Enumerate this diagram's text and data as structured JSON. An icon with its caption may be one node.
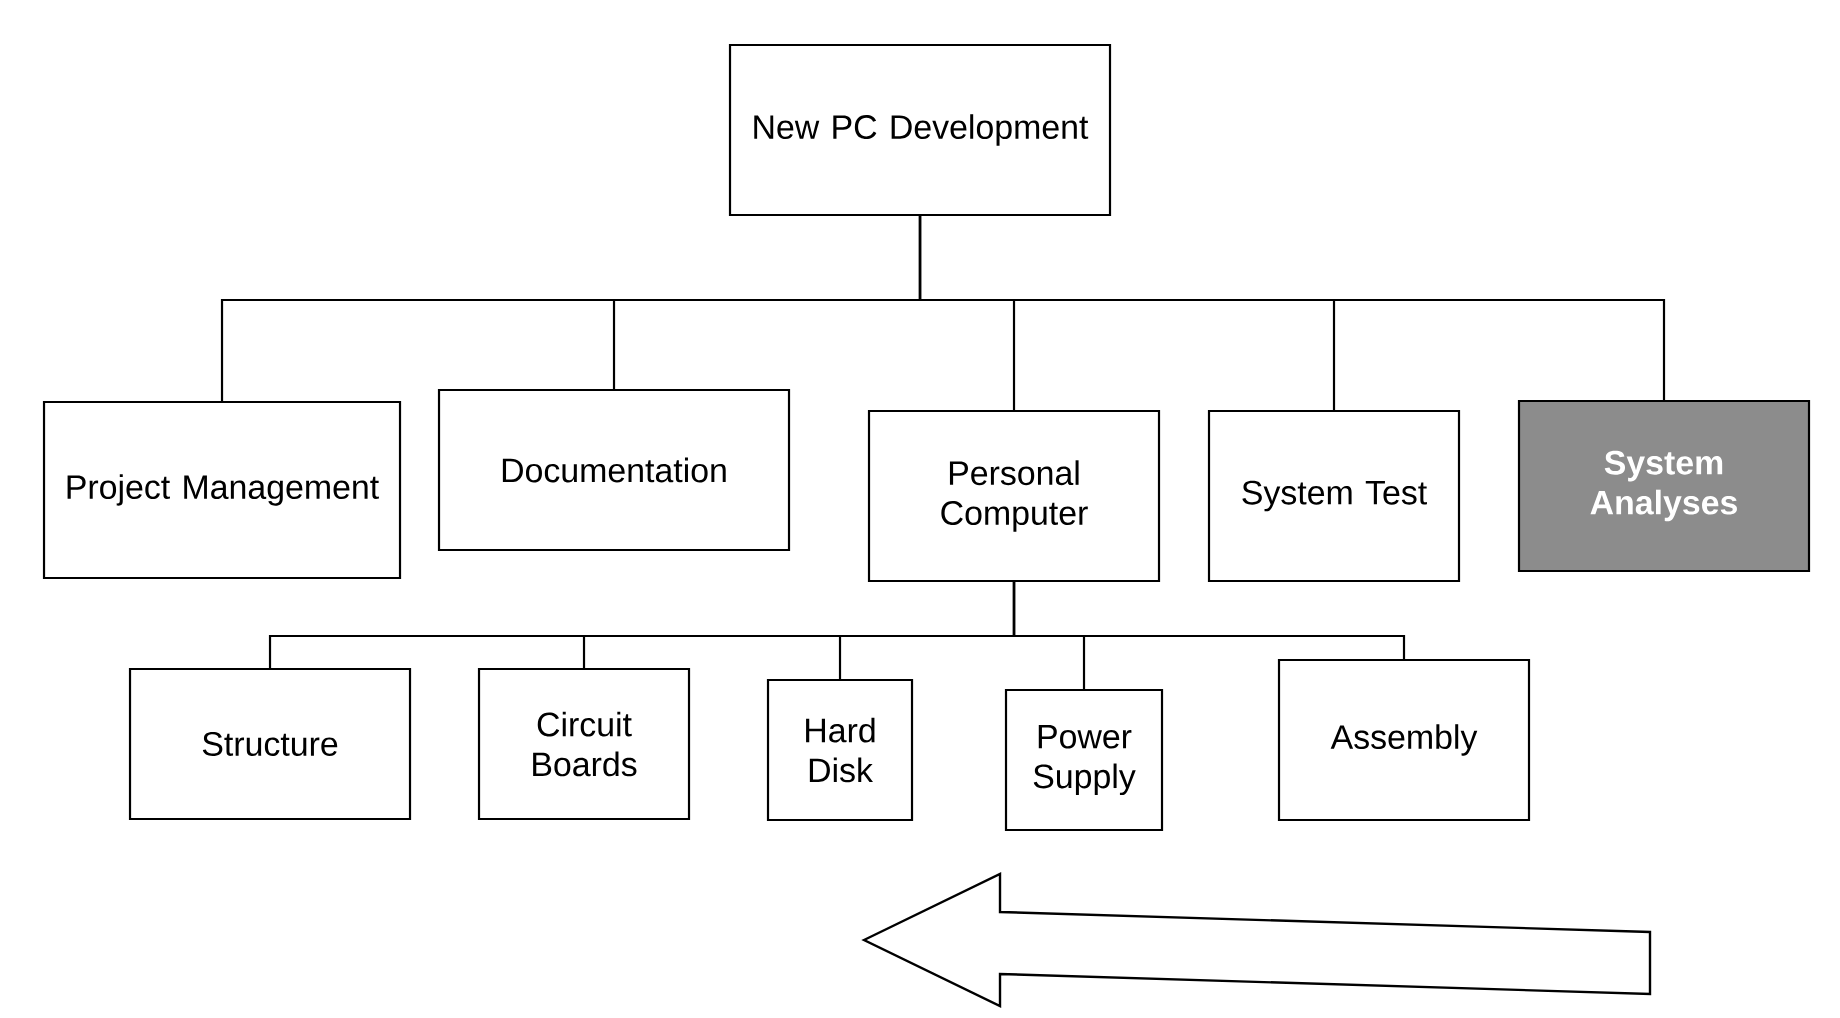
{
  "diagram": {
    "nodes": [
      {
        "text": [
          "New PC Development"
        ]
      },
      {
        "text": [
          "Project Management"
        ]
      },
      {
        "text": [
          "Documentation"
        ]
      },
      {
        "text": [
          "Personal Computer"
        ]
      },
      {
        "text": [
          "System Test"
        ]
      },
      {
        "text": [
          "System Analyses"
        ]
      },
      {
        "text": [
          "Structure"
        ]
      },
      {
        "text": [
          "Circuit Boards"
        ]
      },
      {
        "text": [
          "Hard Disk"
        ]
      },
      {
        "text": [
          "Power Supply"
        ]
      },
      {
        "text": [
          "Assembly"
        ]
      }
    ],
    "edges": [
      {
        "from": 0,
        "to": 1,
        "arrow": "none"
      },
      {
        "from": 0,
        "to": 2,
        "arrow": "none"
      },
      {
        "from": 0,
        "to": 3,
        "arrow": "none"
      },
      {
        "from": 0,
        "to": 4,
        "arrow": "none"
      },
      {
        "from": 0,
        "to": 5,
        "arrow": "none"
      },
      {
        "from": 3,
        "to": 6,
        "arrow": "none"
      },
      {
        "from": 3,
        "to": 7,
        "arrow": "none"
      },
      {
        "from": 3,
        "to": 8,
        "arrow": "none"
      },
      {
        "from": 3,
        "to": 9,
        "arrow": "none"
      },
      {
        "from": 3,
        "to": 10,
        "arrow": "none"
      }
    ]
  }
}
